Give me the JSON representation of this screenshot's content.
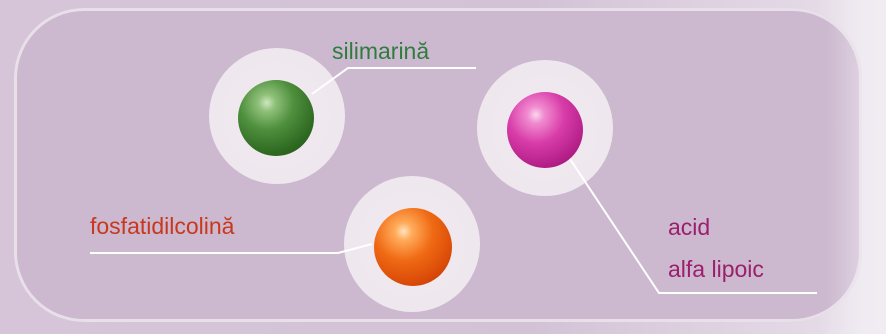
{
  "labels": {
    "silimarina": "silimarină",
    "fosfatidilcolina": "fosfatidilcolină",
    "acid_line1": "acid",
    "acid_line2": "alfa lipoic"
  },
  "colors": {
    "background": "#d6c5d8",
    "panel": "#ccb8cf",
    "halo": "#f1ebf1",
    "green_sphere": "#2f6a22",
    "pink_sphere": "#c02a92",
    "orange_sphere": "#e2560c",
    "green_text": "#2e7d3c",
    "orange_text": "#c8381c",
    "pink_text": "#9c1f6c",
    "leader_line": "#ffffff"
  }
}
